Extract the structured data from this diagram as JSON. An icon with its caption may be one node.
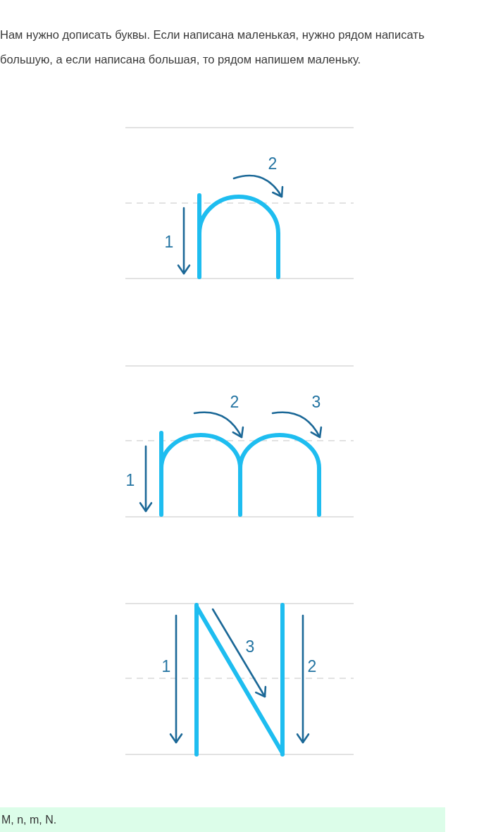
{
  "diagram": {
    "labels": [
      "Нам нужно дописать буквы. Если написана маленькая, нужно рядом написать большую, а если написана большая, то рядом напишем маленьку.",
      "2",
      "1",
      "2",
      "3",
      "1",
      "3",
      "1",
      "2"
    ],
    "caption": "M, n, m, N."
  }
}
